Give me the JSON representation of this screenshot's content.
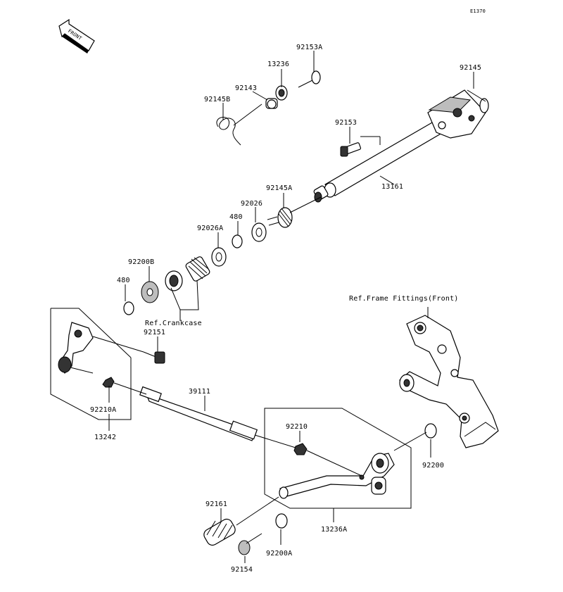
{
  "diagram_code": "E1370",
  "front_arrow_label": "FRONT",
  "labels": {
    "p92153A": "92153A",
    "p13236": "13236",
    "p92143": "92143",
    "p92145B": "92145B",
    "p92145": "92145",
    "p92153": "92153",
    "p13161": "13161",
    "p92145A": "92145A",
    "p92026": "92026",
    "p480_top": "480",
    "p92026A": "92026A",
    "p92200B": "92200B",
    "p480_left": "480",
    "ref_crankcase": "Ref.Crankcase",
    "p92151": "92151",
    "ref_frame": "Ref.Frame Fittings(Front)",
    "p39111": "39111",
    "p92210A": "92210A",
    "p13242": "13242",
    "p92210": "92210",
    "p92200": "92200",
    "p92161": "92161",
    "p13236A": "13236A",
    "p92200A": "92200A",
    "p92154": "92154"
  }
}
